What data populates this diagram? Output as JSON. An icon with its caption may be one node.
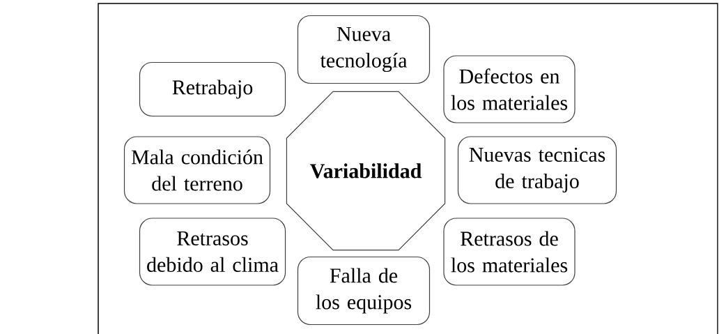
{
  "diagram": {
    "nodes": [
      {
        "text": [
          "Variabilidad"
        ]
      },
      {
        "text": [
          "Nueva tecnología"
        ]
      },
      {
        "text": [
          "Retrabajo"
        ]
      },
      {
        "text": [
          "Defectos en los materiales"
        ]
      },
      {
        "text": [
          "Mala condición del terreno"
        ]
      },
      {
        "text": [
          "Nuevas tecnicas de trabajo"
        ]
      },
      {
        "text": [
          "Retrasos debido al clima"
        ]
      },
      {
        "text": [
          "Retrasos de los materiales"
        ]
      },
      {
        "text": [
          "Falla de los equipos"
        ]
      }
    ]
  }
}
